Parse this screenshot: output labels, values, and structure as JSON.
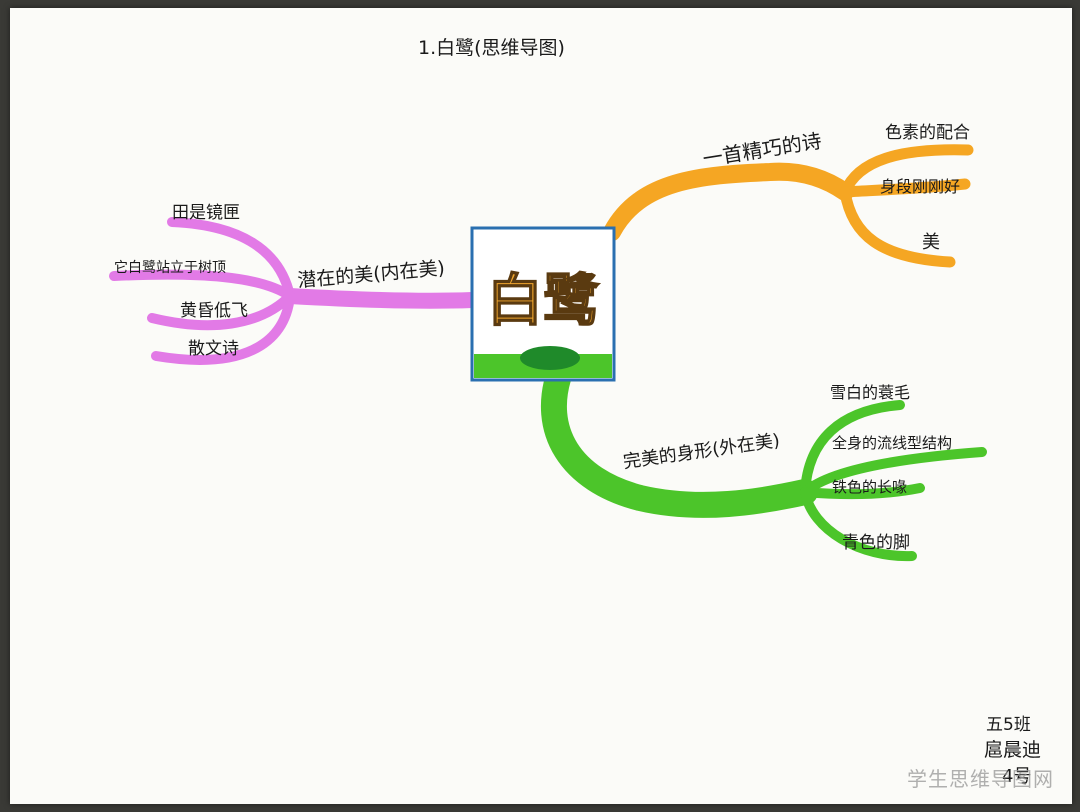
{
  "title": "1.白鹭(思维导图)",
  "center": {
    "label": "白鹭"
  },
  "branches": {
    "orange": {
      "label": "一首精巧的诗",
      "color": "#f5a623",
      "items": [
        "色素的配合",
        "身段刚刚好",
        "美"
      ]
    },
    "pink": {
      "label": "潜在的美(内在美)",
      "color": "#e27ae6",
      "items": [
        "田是镜匣",
        "它白鹭站立于树顶",
        "黄昏低飞",
        "散文诗"
      ]
    },
    "green": {
      "label": "完美的身形(外在美)",
      "color": "#4cc52a",
      "items": [
        "雪白的蓑毛",
        "全身的流线型结构",
        "铁色的长喙",
        "青色的脚"
      ]
    }
  },
  "author": {
    "class": "五5班",
    "name": "扈晨迪",
    "number": "4号"
  },
  "watermark": "学生思维导图网"
}
